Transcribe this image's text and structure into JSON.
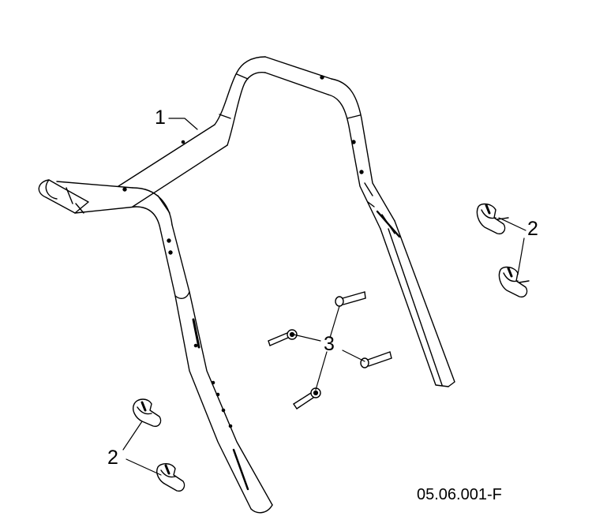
{
  "callouts": {
    "part_1": "1",
    "part_2_upper": "2",
    "part_3": "3",
    "part_2_lower": "2"
  },
  "figure_code": "05.06.001-F",
  "colors": {
    "ink": "#000000",
    "paper": "#ffffff"
  }
}
